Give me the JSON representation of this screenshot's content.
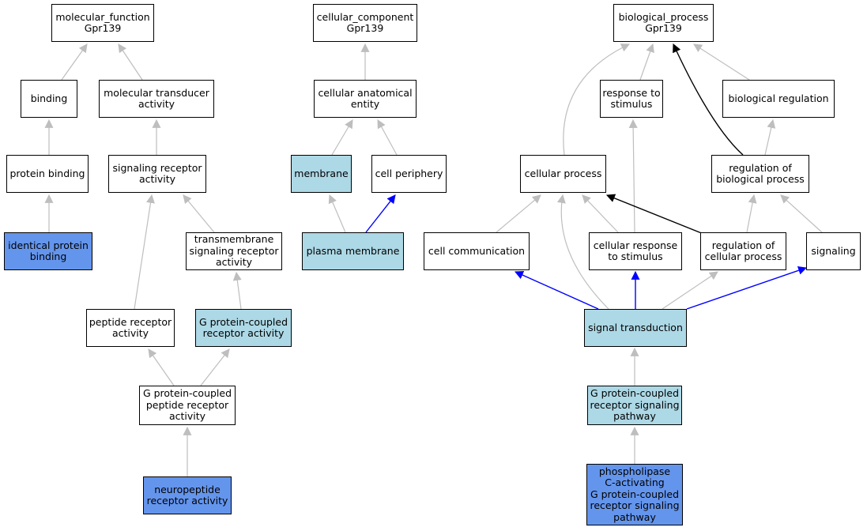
{
  "colors": {
    "default_fill": "#ffffff",
    "ancestor_fill": "#add8e6",
    "annotated_fill": "#6495ed",
    "edge_default": "#bebebe",
    "edge_black": "#000000",
    "edge_blue": "#0000ff"
  },
  "nodes": [
    {
      "id": "mf",
      "label": "molecular_function\nGpr139",
      "fill": "white"
    },
    {
      "id": "binding",
      "label": "binding",
      "fill": "white"
    },
    {
      "id": "mt_activity",
      "label": "molecular transducer\nactivity",
      "fill": "white"
    },
    {
      "id": "protein_binding",
      "label": "protein binding",
      "fill": "white"
    },
    {
      "id": "srec_activity",
      "label": "signaling receptor\nactivity",
      "fill": "white"
    },
    {
      "id": "identical_pb",
      "label": "identical protein\nbinding",
      "fill": "annotated"
    },
    {
      "id": "tm_srec",
      "label": "transmembrane\nsignaling receptor\nactivity",
      "fill": "white"
    },
    {
      "id": "peptide_rec",
      "label": "peptide receptor\nactivity",
      "fill": "white"
    },
    {
      "id": "gpcr_activity",
      "label": "G protein-coupled\nreceptor activity",
      "fill": "ancestor"
    },
    {
      "id": "gpcr_peptide",
      "label": "G protein-coupled\npeptide receptor\nactivity",
      "fill": "white"
    },
    {
      "id": "neuropeptide",
      "label": "neuropeptide\nreceptor activity",
      "fill": "annotated"
    },
    {
      "id": "cc",
      "label": "cellular_component\nGpr139",
      "fill": "white"
    },
    {
      "id": "cae",
      "label": "cellular anatomical\nentity",
      "fill": "white"
    },
    {
      "id": "membrane",
      "label": "membrane",
      "fill": "ancestor"
    },
    {
      "id": "cell_periphery",
      "label": "cell periphery",
      "fill": "white"
    },
    {
      "id": "plasma_membrane",
      "label": "plasma membrane",
      "fill": "ancestor"
    },
    {
      "id": "bp",
      "label": "biological_process\nGpr139",
      "fill": "white"
    },
    {
      "id": "resp_stim",
      "label": "response to\nstimulus",
      "fill": "white"
    },
    {
      "id": "bio_reg",
      "label": "biological regulation",
      "fill": "white"
    },
    {
      "id": "cell_proc",
      "label": "cellular process",
      "fill": "white"
    },
    {
      "id": "reg_bio_proc",
      "label": "regulation of\nbiological process",
      "fill": "white"
    },
    {
      "id": "cell_comm",
      "label": "cell communication",
      "fill": "white"
    },
    {
      "id": "cell_resp_stim",
      "label": "cellular response\nto stimulus",
      "fill": "white"
    },
    {
      "id": "reg_cell_proc",
      "label": "regulation of\ncellular process",
      "fill": "white"
    },
    {
      "id": "signaling",
      "label": "signaling",
      "fill": "white"
    },
    {
      "id": "sig_trans",
      "label": "signal transduction",
      "fill": "ancestor"
    },
    {
      "id": "gpcr_path",
      "label": "G protein-coupled\nreceptor signaling\npathway",
      "fill": "ancestor"
    },
    {
      "id": "plc_gpcr",
      "label": "phospholipase\nC-activating\nG protein-coupled\nreceptor signaling\npathway",
      "fill": "annotated"
    }
  ],
  "edges": [
    {
      "from": "binding",
      "to": "mf",
      "style": "default"
    },
    {
      "from": "mt_activity",
      "to": "mf",
      "style": "default"
    },
    {
      "from": "protein_binding",
      "to": "binding",
      "style": "default"
    },
    {
      "from": "srec_activity",
      "to": "mt_activity",
      "style": "default"
    },
    {
      "from": "identical_pb",
      "to": "protein_binding",
      "style": "default"
    },
    {
      "from": "tm_srec",
      "to": "srec_activity",
      "style": "default"
    },
    {
      "from": "peptide_rec",
      "to": "srec_activity",
      "style": "default"
    },
    {
      "from": "gpcr_activity",
      "to": "tm_srec",
      "style": "default"
    },
    {
      "from": "gpcr_peptide",
      "to": "peptide_rec",
      "style": "default"
    },
    {
      "from": "gpcr_peptide",
      "to": "gpcr_activity",
      "style": "default"
    },
    {
      "from": "neuropeptide",
      "to": "gpcr_peptide",
      "style": "default"
    },
    {
      "from": "cae",
      "to": "cc",
      "style": "default"
    },
    {
      "from": "membrane",
      "to": "cae",
      "style": "default"
    },
    {
      "from": "cell_periphery",
      "to": "cae",
      "style": "default"
    },
    {
      "from": "plasma_membrane",
      "to": "membrane",
      "style": "default"
    },
    {
      "from": "plasma_membrane",
      "to": "cell_periphery",
      "style": "blue"
    },
    {
      "from": "cell_proc",
      "to": "bp",
      "style": "default"
    },
    {
      "from": "resp_stim",
      "to": "bp",
      "style": "default"
    },
    {
      "from": "bio_reg",
      "to": "bp",
      "style": "default"
    },
    {
      "from": "reg_bio_proc",
      "to": "bp",
      "style": "black"
    },
    {
      "from": "reg_bio_proc",
      "to": "bio_reg",
      "style": "default"
    },
    {
      "from": "cell_comm",
      "to": "cell_proc",
      "style": "default"
    },
    {
      "from": "cell_resp_stim",
      "to": "cell_proc",
      "style": "default"
    },
    {
      "from": "cell_resp_stim",
      "to": "resp_stim",
      "style": "default"
    },
    {
      "from": "reg_cell_proc",
      "to": "cell_proc",
      "style": "black"
    },
    {
      "from": "reg_cell_proc",
      "to": "reg_bio_proc",
      "style": "default"
    },
    {
      "from": "signaling",
      "to": "reg_bio_proc",
      "style": "default"
    },
    {
      "from": "sig_trans",
      "to": "cell_proc",
      "style": "default"
    },
    {
      "from": "sig_trans",
      "to": "cell_comm",
      "style": "blue"
    },
    {
      "from": "sig_trans",
      "to": "cell_resp_stim",
      "style": "blue"
    },
    {
      "from": "sig_trans",
      "to": "reg_cell_proc",
      "style": "default"
    },
    {
      "from": "sig_trans",
      "to": "signaling",
      "style": "blue"
    },
    {
      "from": "gpcr_path",
      "to": "sig_trans",
      "style": "default"
    },
    {
      "from": "plc_gpcr",
      "to": "gpcr_path",
      "style": "default"
    }
  ]
}
